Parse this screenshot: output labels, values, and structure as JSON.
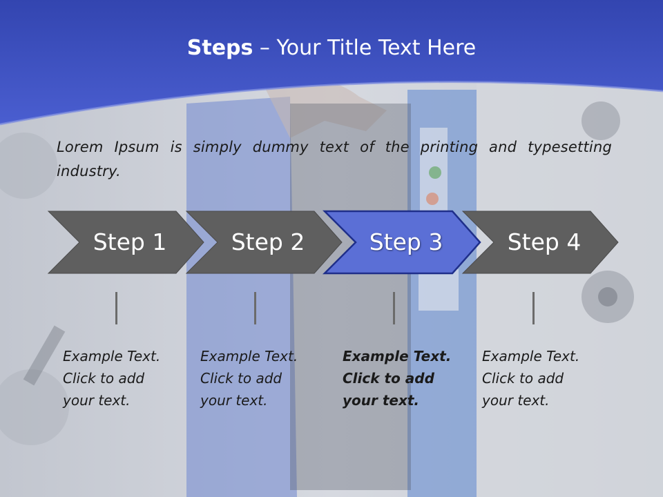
{
  "slide": {
    "title_bold": "Steps",
    "title_rest": " – Your Title Text Here",
    "intro": "Lorem Ipsum is simply dummy text of the printing and typesetting industry.",
    "colors": {
      "header_blue": "#3f51c4",
      "step_gray": "#5f5f5f",
      "step_active": "#5b6fd6",
      "background": "#cfd3de"
    },
    "steps": [
      {
        "label": "Step 1",
        "text": "Example Text.\nClick  to add\nyour text.",
        "active": false
      },
      {
        "label": "Step 2",
        "text": "Example Text.\nClick  to add\nyour text.",
        "active": false
      },
      {
        "label": "Step 3",
        "text": "Example Text.\nClick  to add\nyour text.",
        "active": true
      },
      {
        "label": "Step 4",
        "text": "Example Text.\nClick  to add\nyour text.",
        "active": false
      }
    ]
  }
}
